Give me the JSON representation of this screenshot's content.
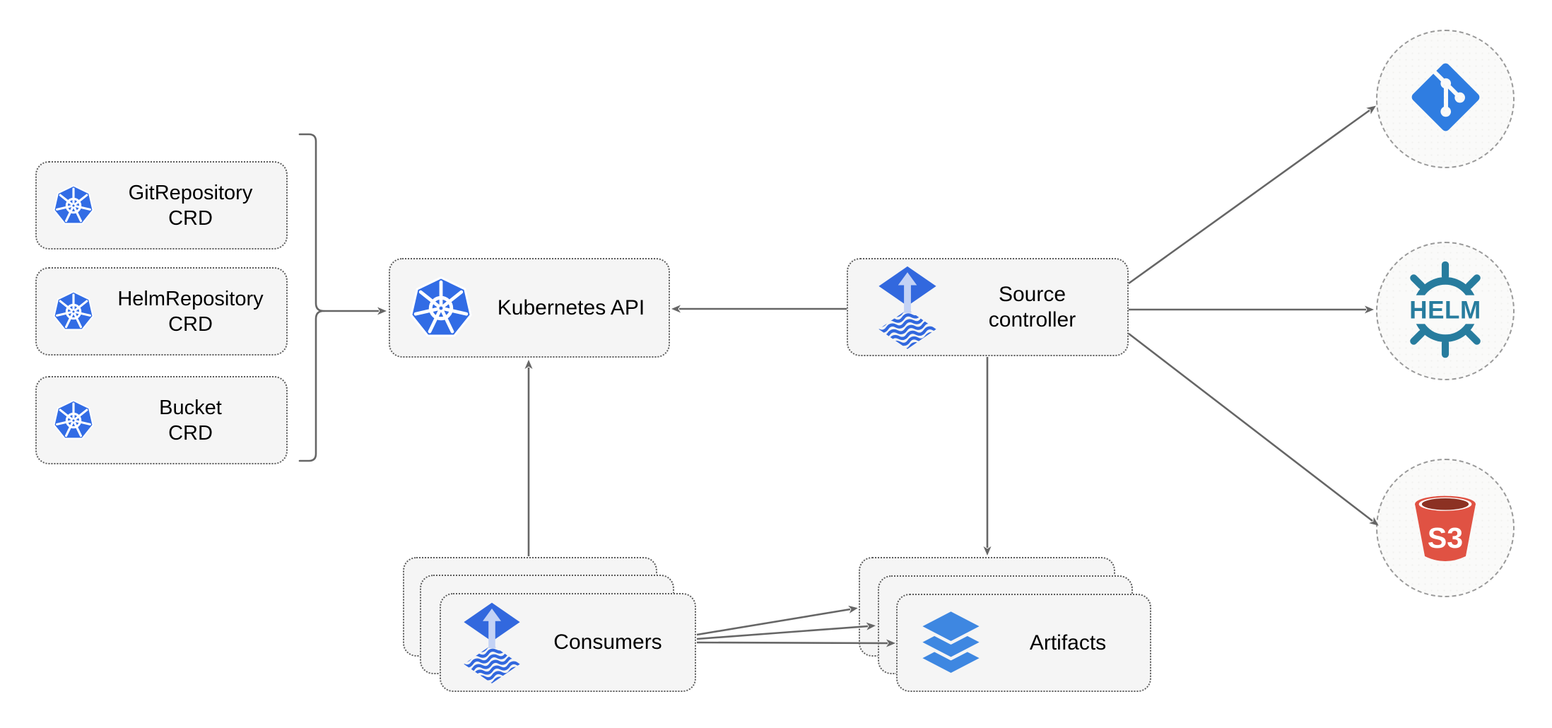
{
  "colors": {
    "background": "#FFFFFF",
    "box_fill": "#F5F5F5",
    "box_border": "#5C5C5C",
    "arrow": "#666666",
    "text_color": "#000000",
    "circle_fill": "#FAFAF9",
    "circle_border": "#9A9A9A",
    "kubernetes_blue": "#326CE5",
    "flux_blue": "#3268DE",
    "flux_light": "#C3D2F5",
    "git_blue": "#2F7DE1",
    "layers_blue": "#3E87E1",
    "helm_teal": "#277C9E",
    "s3_red": "#E05243",
    "s3_dark": "#8C3123"
  },
  "icons": {
    "kubernetes": "kubernetes-wheel-icon",
    "flux": "flux-diamond-arrow-icon",
    "layers": "stacked-layers-icon",
    "git": "git-branch-diamond-icon",
    "helm": "helm-ship-wheel-icon",
    "s3": "s3-bucket-icon"
  },
  "nodes": {
    "crd_boxes": [
      {
        "line1": "GitRepository",
        "line2": "CRD"
      },
      {
        "line1": "HelmRepository",
        "line2": "CRD"
      },
      {
        "line1": "Bucket",
        "line2": "CRD"
      }
    ],
    "kubernetes_api": {
      "label": "Kubernetes API"
    },
    "source_controller": {
      "line1": "Source",
      "line2": "controller"
    },
    "consumers": {
      "label": "Consumers",
      "stack_count": 3
    },
    "artifacts": {
      "label": "Artifacts",
      "stack_count": 3
    }
  },
  "external": {
    "git": {
      "name": "git"
    },
    "helm": {
      "name": "helm",
      "text": "HELM"
    },
    "s3": {
      "name": "s3",
      "text": "S3"
    }
  },
  "connections": [
    {
      "from": "crd-group-bracket",
      "to": "kubernetes-api"
    },
    {
      "from": "source-controller",
      "to": "kubernetes-api"
    },
    {
      "from": "consumers",
      "to": "kubernetes-api"
    },
    {
      "from": "source-controller",
      "to": "git-circle"
    },
    {
      "from": "source-controller",
      "to": "helm-circle"
    },
    {
      "from": "source-controller",
      "to": "s3-circle"
    },
    {
      "from": "source-controller",
      "to": "artifacts"
    },
    {
      "from": "consumers",
      "to": "artifacts",
      "count": 3
    }
  ]
}
